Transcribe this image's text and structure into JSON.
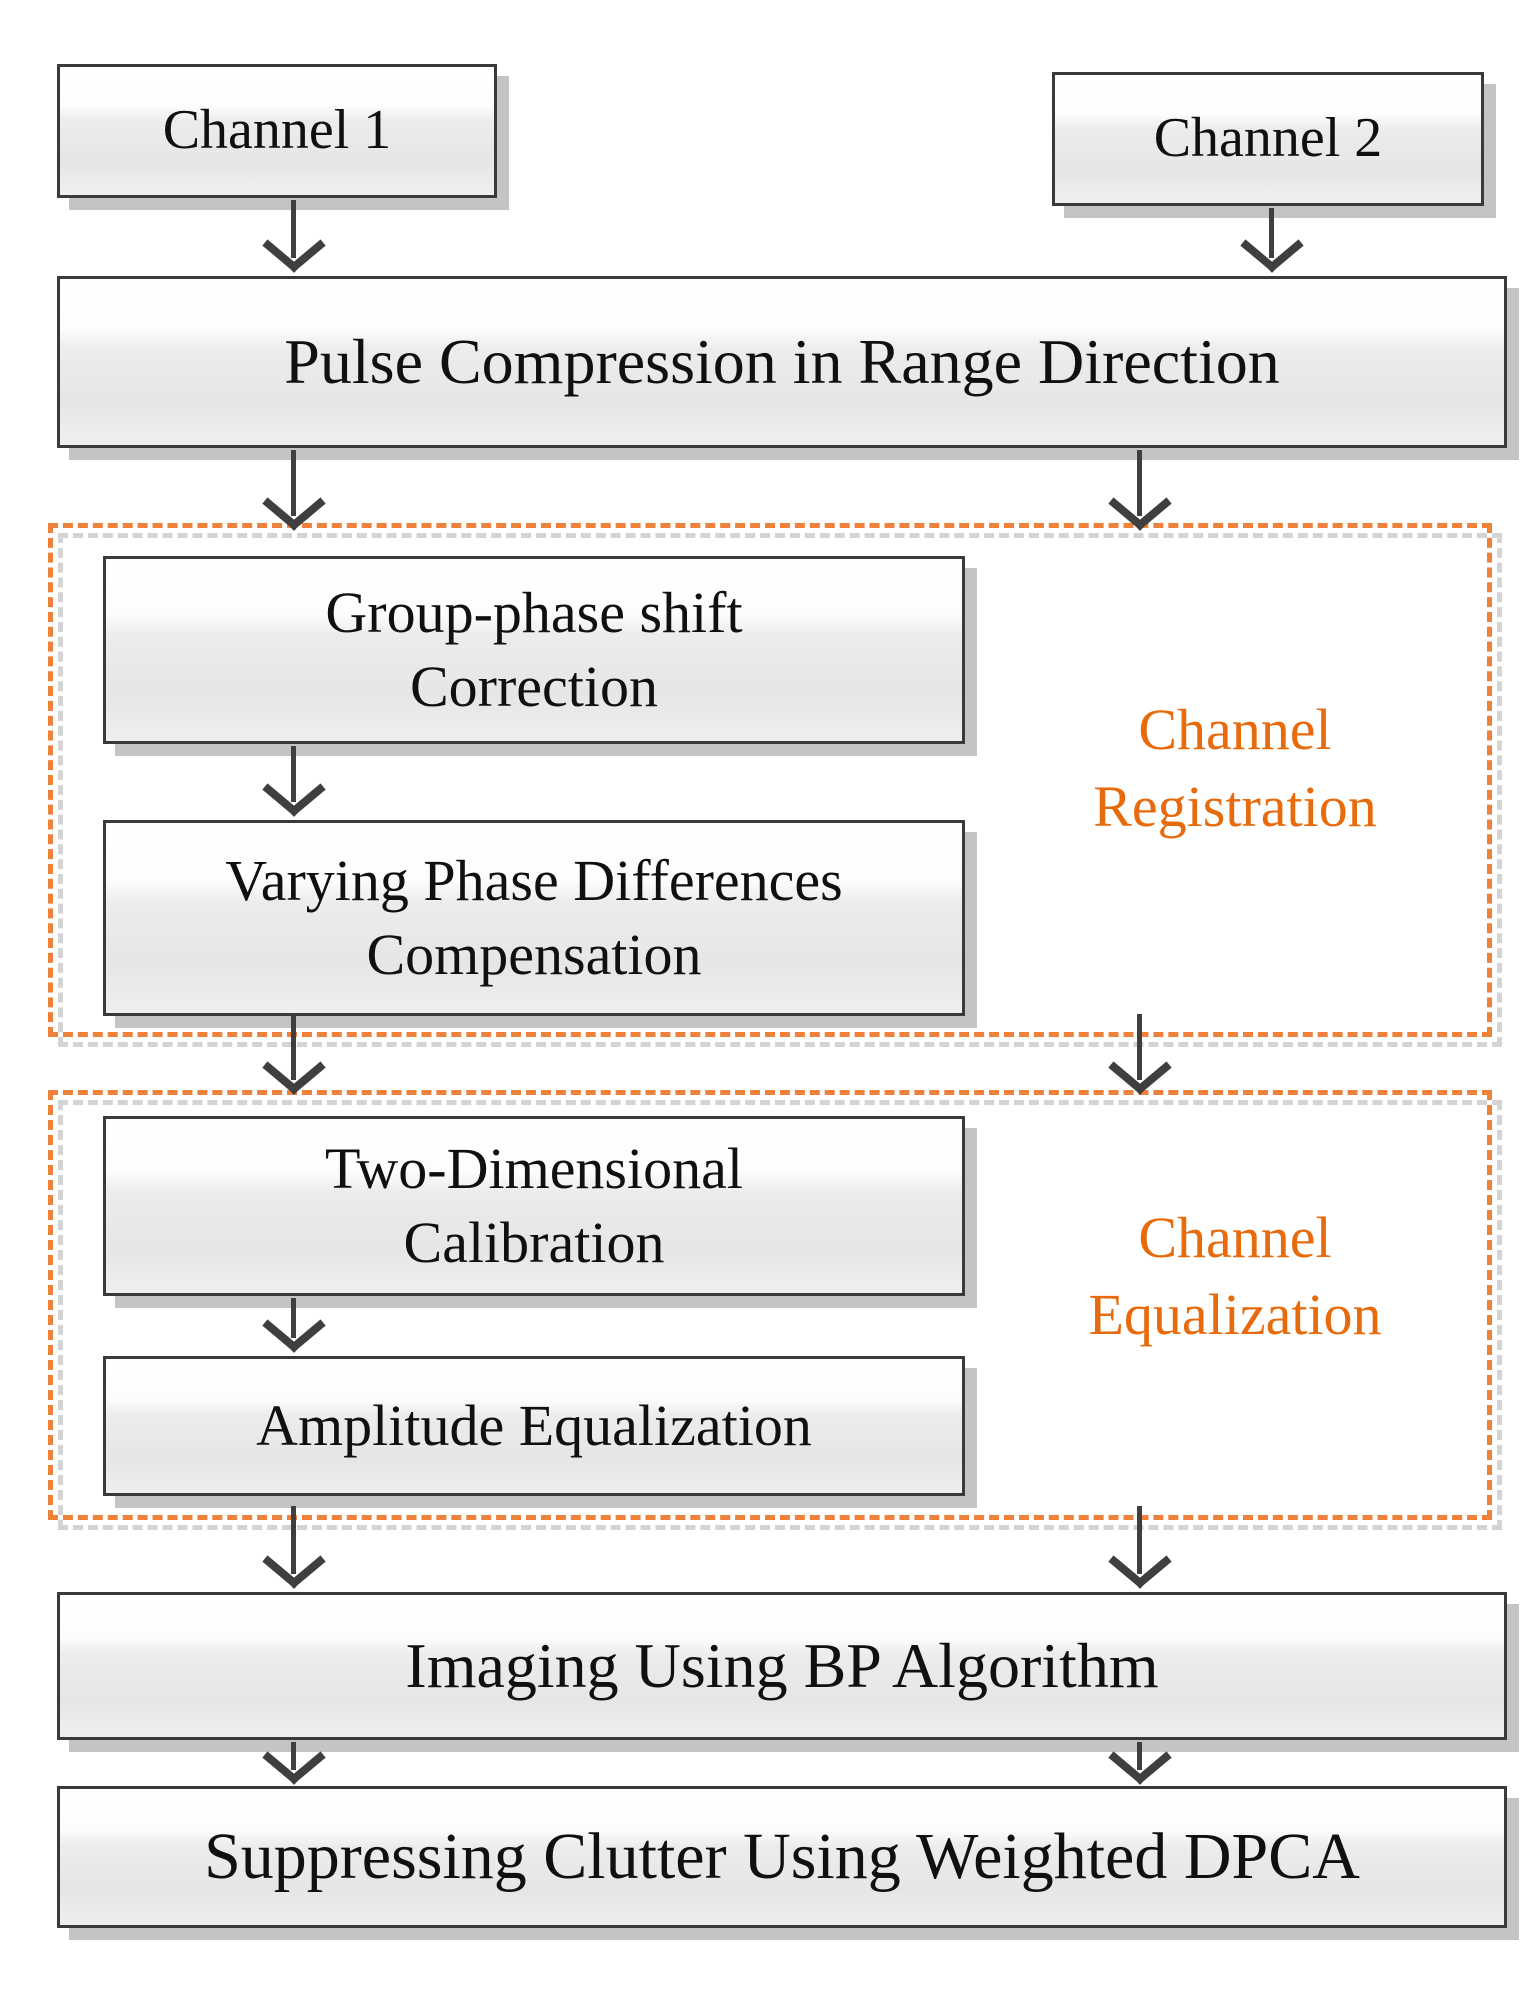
{
  "diagram": {
    "type": "flowchart",
    "nodes": {
      "channel1": {
        "label": "Channel 1"
      },
      "channel2": {
        "label": "Channel 2"
      },
      "pulse_compression": {
        "label": "Pulse Compression in Range Direction"
      },
      "group_phase_shift": {
        "line1": "Group-phase shift",
        "line2": "Correction"
      },
      "varying_phase": {
        "line1": "Varying Phase Differences",
        "line2": "Compensation"
      },
      "two_dimensional": {
        "line1": "Two-Dimensional",
        "line2": "Calibration"
      },
      "amplitude_equalization": {
        "label": "Amplitude Equalization"
      },
      "imaging": {
        "label": "Imaging Using BP Algorithm"
      },
      "suppressing": {
        "label": "Suppressing Clutter Using Weighted DPCA"
      }
    },
    "groups": {
      "channel_registration": {
        "line1": "Channel",
        "line2": "Registration"
      },
      "channel_equalization": {
        "line1": "Channel",
        "line2": "Equalization"
      }
    },
    "colors": {
      "group_dashed_border": "#ef813a",
      "group_label_text": "#e76b0c",
      "node_border": "#3a3a3a",
      "node_shadow": "#c4c4c4",
      "arrow": "#3f3f3f"
    },
    "edges": [
      {
        "from": "channel1",
        "to": "pulse_compression"
      },
      {
        "from": "channel2",
        "to": "pulse_compression"
      },
      {
        "from": "pulse_compression",
        "to": "group_phase_shift"
      },
      {
        "from": "pulse_compression",
        "to": "channel_registration_group"
      },
      {
        "from": "group_phase_shift",
        "to": "varying_phase"
      },
      {
        "from": "varying_phase",
        "to": "two_dimensional"
      },
      {
        "from": "channel_registration_group",
        "to": "channel_equalization_group"
      },
      {
        "from": "two_dimensional",
        "to": "amplitude_equalization"
      },
      {
        "from": "amplitude_equalization",
        "to": "imaging"
      },
      {
        "from": "channel_equalization_group",
        "to": "imaging"
      },
      {
        "from": "imaging",
        "to": "suppressing",
        "side": "left"
      },
      {
        "from": "imaging",
        "to": "suppressing",
        "side": "right"
      }
    ]
  }
}
